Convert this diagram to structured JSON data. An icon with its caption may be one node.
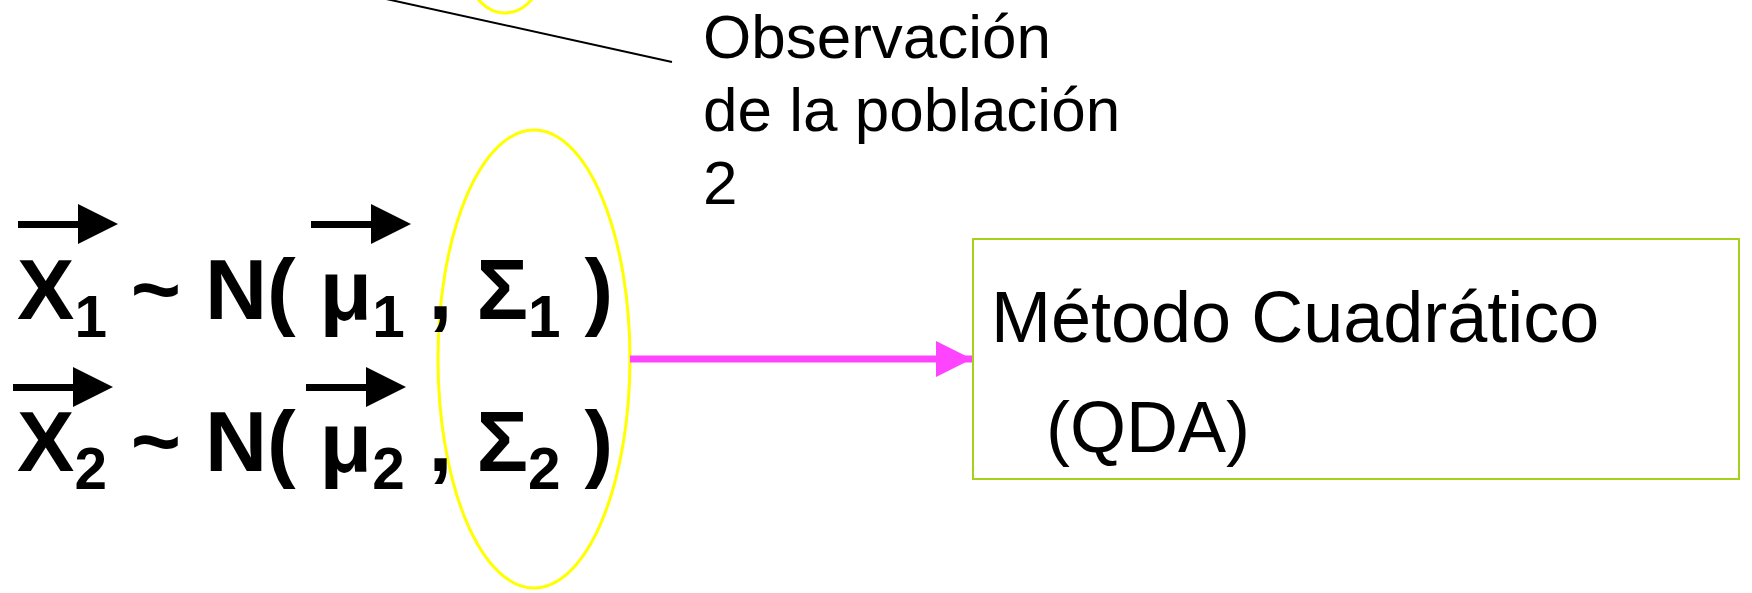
{
  "diagram": {
    "nodes": [
      {
        "text": [],
        "shape": "ellipse"
      },
      {
        "text": [
          "Observación de la población 2"
        ]
      },
      {
        "text": [],
        "shape": "ellipse"
      },
      {
        "text": [
          "Método Cuadrático (QDA)"
        ]
      }
    ],
    "edges": [
      {
        "from": 1,
        "to": null,
        "arrow": "none"
      },
      {
        "from": 2,
        "to": 3,
        "arrow": "to",
        "style": "thick",
        "color": "#ff44ff"
      }
    ],
    "labels": [
      "X$_{1}$ ~ N( μ$_{1}$ , Σ$_{1}$ )",
      "X$_{2}$ ~ N( μ$_{2}$ , Σ$_{2}$ )"
    ]
  }
}
